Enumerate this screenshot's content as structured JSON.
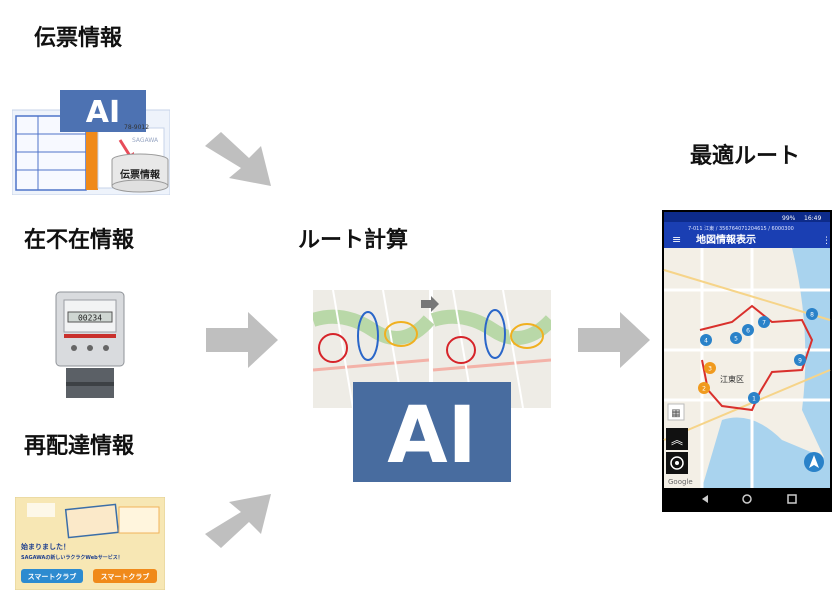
{
  "labels": {
    "slip_info": "伝票情報",
    "presence_info": "在不在情報",
    "redelivery_info": "再配達情報",
    "route_calc": "ルート計算",
    "optimal_route": "最適ルート"
  },
  "slip_image": {
    "ai_badge": "AI",
    "db_label": "伝票情報",
    "tracking_fragment": "78-9012",
    "brand": "SAGAWA"
  },
  "meter_image": {
    "display": "00234"
  },
  "flyer_image": {
    "line1": "始まりました！",
    "line2": "SAGAWAの新しいラクラクWebサービス！",
    "button1": "スマートクラブ",
    "button2": "スマートクラブ"
  },
  "route_image": {
    "ai_badge": "AI"
  },
  "phone": {
    "status_battery": "99%",
    "status_time": "16:49",
    "info_line": "7-011 江東 / 356764071204615 / 6000300",
    "title": "地図情報表示",
    "map_district": "江東区",
    "map_google": "Google",
    "markers": [
      "8",
      "7",
      "6",
      "5",
      "4",
      "3",
      "2",
      "9",
      "1"
    ],
    "colors": {
      "header": "#1a3fb3",
      "statusbar": "#0d2b8a",
      "route": "#d9302c",
      "marker_blue": "#2a82c9",
      "marker_orange": "#f09a1e",
      "water": "#a9d3ee",
      "arrow": "#bfbfbf"
    }
  }
}
